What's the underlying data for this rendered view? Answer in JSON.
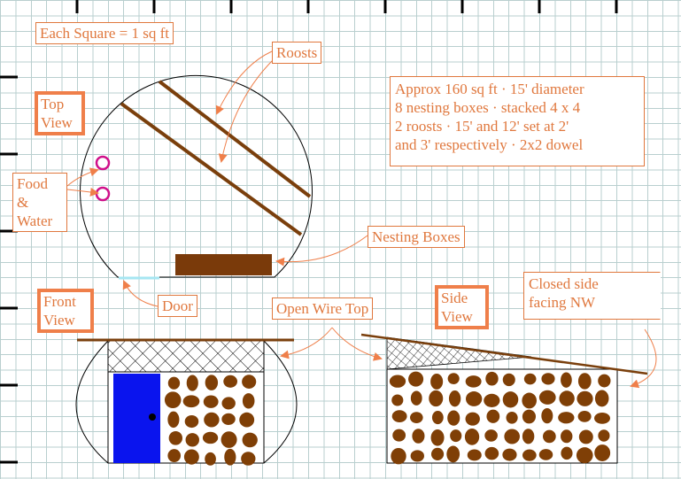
{
  "labels": {
    "scale": "Each Square = 1 sq ft",
    "roosts": "Roosts",
    "info_lines": [
      "Approx 160 sq ft · 15' diameter",
      "8 nesting boxes · stacked 4 x 4",
      "2 roosts · 15' and 12' set at 2'",
      "and 3' respectively · 2x2 dowel"
    ],
    "top_view": [
      "Top",
      "View"
    ],
    "food_water": [
      "Food",
      "&",
      "Water"
    ],
    "nesting_boxes": "Nesting Boxes",
    "door": "Door",
    "front_view": [
      "Front",
      "View"
    ],
    "open_wire_top": "Open Wire Top",
    "side_view": [
      "Side",
      "View"
    ],
    "closed_side": [
      "Closed side",
      "facing NW"
    ]
  },
  "colors": {
    "label": "#e0783e",
    "wood": "#7a3f0c",
    "stone": "#7f3f06",
    "door": "#0a14ee",
    "feeder": "#d0108a",
    "door_opening": "#a6e6f2"
  }
}
